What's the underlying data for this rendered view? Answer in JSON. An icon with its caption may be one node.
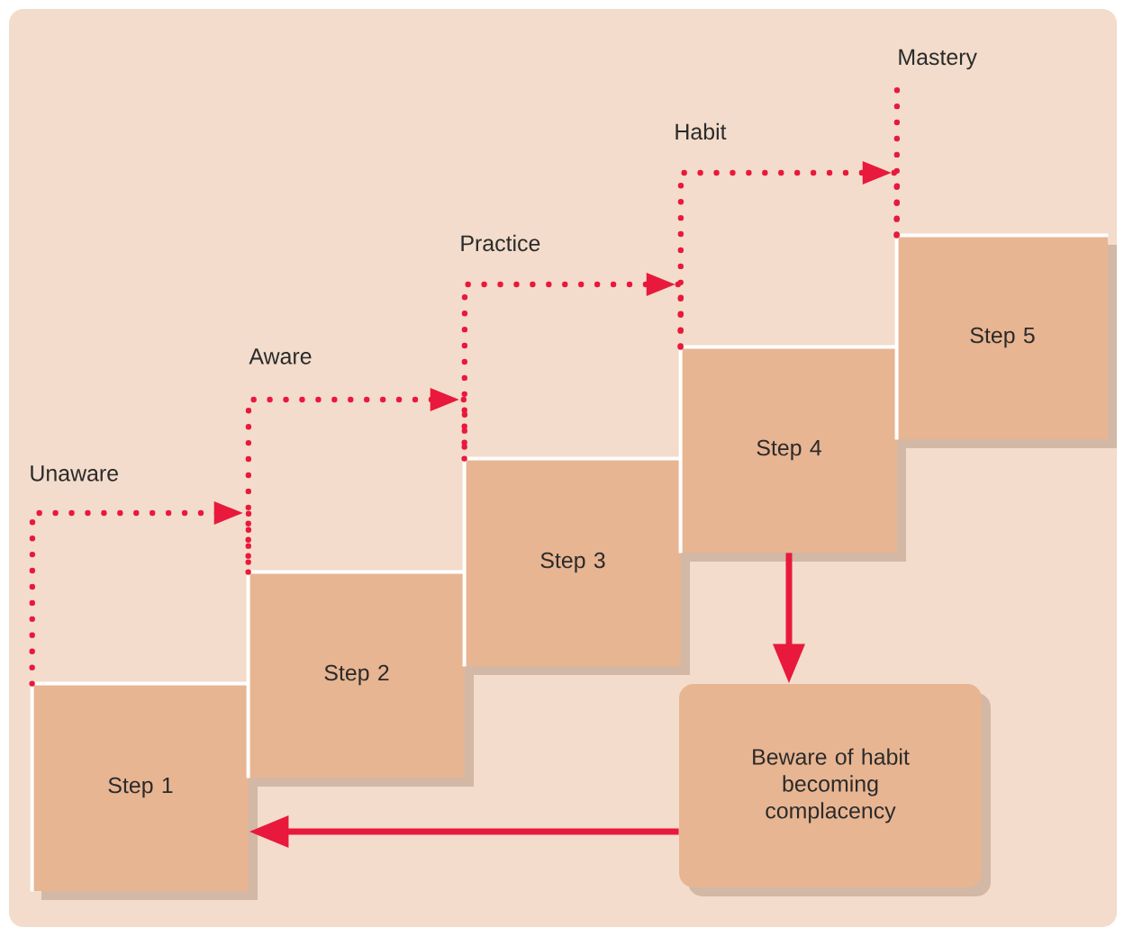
{
  "diagram": {
    "nodes": [
      {
        "text": [
          "Step 1"
        ]
      },
      {
        "text": [
          "Step 2"
        ]
      },
      {
        "text": [
          "Step 3"
        ]
      },
      {
        "text": [
          "Step 4"
        ]
      },
      {
        "text": [
          "Step 5"
        ]
      },
      {
        "text": [
          "Beware of habit becoming complacency"
        ]
      }
    ],
    "edges": [
      {
        "from": 0,
        "to": 1,
        "arrow": "to",
        "label": "Unaware",
        "style": "dashed"
      },
      {
        "from": 1,
        "to": 2,
        "arrow": "to",
        "label": "Aware",
        "style": "dashed"
      },
      {
        "from": 2,
        "to": 3,
        "arrow": "to",
        "label": "Practice",
        "style": "dashed"
      },
      {
        "from": 3,
        "to": 4,
        "arrow": "to",
        "label": "Habit",
        "style": "dashed"
      },
      {
        "from": 4,
        "to": null,
        "arrow": "none",
        "label": "Mastery",
        "style": "dashed"
      },
      {
        "from": 3,
        "to": 5,
        "arrow": "to"
      },
      {
        "from": 5,
        "to": 0,
        "arrow": "to"
      }
    ]
  }
}
